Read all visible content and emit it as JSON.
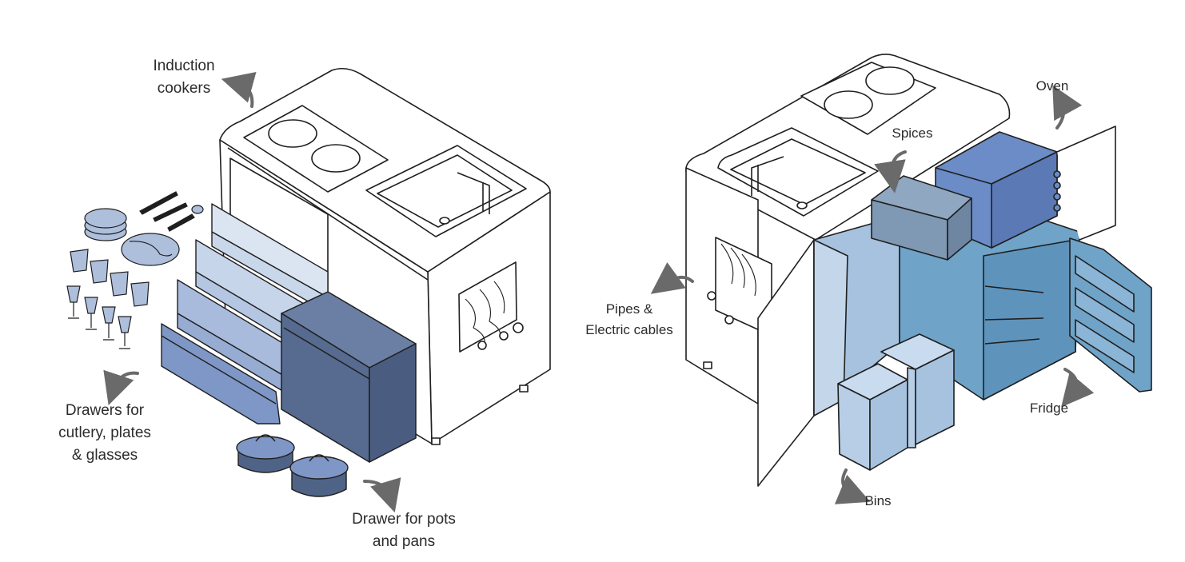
{
  "labels": {
    "induction": [
      "Induction",
      "cookers"
    ],
    "drawers_cutlery": [
      "Drawers for",
      "cutlery, plates",
      "& glasses"
    ],
    "drawer_pots": [
      "Drawer for pots",
      "and pans"
    ],
    "spices": "Spices",
    "oven": "Oven",
    "pipes": [
      "Pipes &",
      "Electric cables"
    ],
    "fridge": "Fridge",
    "bins": "Bins"
  },
  "colors": {
    "outline": "#1f1f1f",
    "body": "#ffffff",
    "drawer_light": "#dbe5f1",
    "drawer_mid": "#aebfdc",
    "drawer_blue": "#7f97c6",
    "drawer_dark": "#566b8f",
    "oven_blue": "#6b8cc6",
    "fridge_blue": "#6fa3c8",
    "interior_blue": "#a6c2de",
    "bin_blue": "#b7cee6",
    "spice_grey": "#7f98b3",
    "arrow_grey": "#6a6a6a"
  },
  "icons": [
    "curved-arrow-icon",
    "plate-icon",
    "glass-icon",
    "wine-glass-icon",
    "cutlery-icon",
    "pot-icon"
  ]
}
